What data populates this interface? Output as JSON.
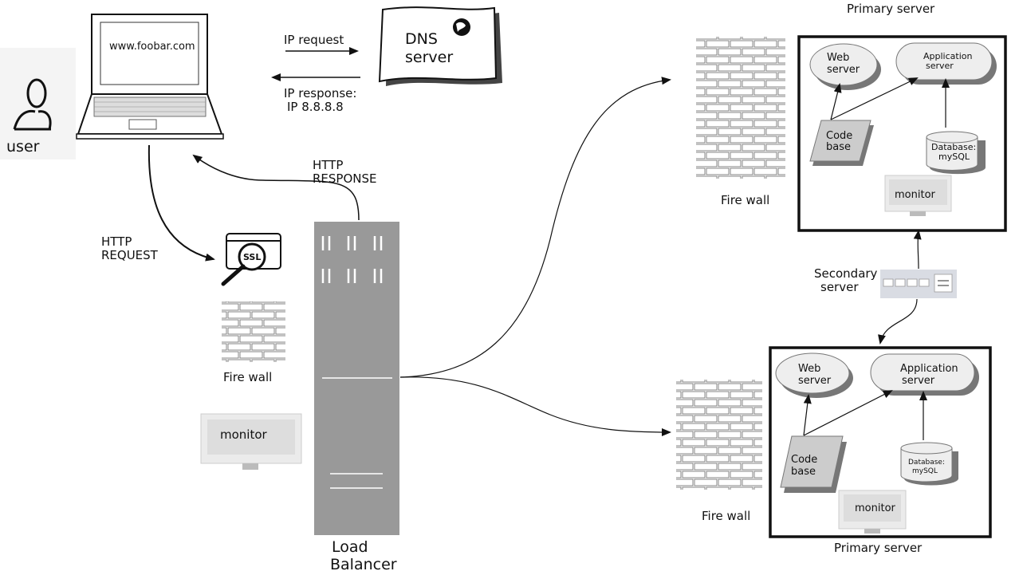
{
  "user": {
    "label": "user"
  },
  "laptop": {
    "screen_text": "www.foobar.com"
  },
  "dns": {
    "title_line1": "DNS",
    "title_line2": "server",
    "request_label": "IP request",
    "response_line1": "IP response:",
    "response_line2": "IP 8.8.8.8"
  },
  "http": {
    "request_line1": "HTTP",
    "request_line2": "REQUEST",
    "response_line1": "HTTP",
    "response_line2": "RESPONSE"
  },
  "ssl": {
    "badge": "SSL"
  },
  "left_firewall": {
    "label": "Fire wall"
  },
  "left_monitor": {
    "label": "monitor"
  },
  "load_balancer": {
    "line1": "Load",
    "line2": "Balancer"
  },
  "top_cluster": {
    "title": "Primary server",
    "firewall_label": "Fire wall",
    "web_line1": "Web",
    "web_line2": "server",
    "app_line1": "Application",
    "app_line2": "server",
    "code_line1": "Code",
    "code_line2": "base",
    "db_line1": "Database:",
    "db_line2": "mySQL",
    "monitor": "monitor"
  },
  "secondary": {
    "line1": "Secondary",
    "line2": "server"
  },
  "bottom_cluster": {
    "title": "Primary server",
    "firewall_label": "Fire wall",
    "web_line1": "Web",
    "web_line2": "server",
    "app_line1": "Application",
    "app_line2": "server",
    "code_line1": "Code",
    "code_line2": "base",
    "db_line1": "Database:",
    "db_line2": "mySQL",
    "monitor": "monitor"
  }
}
